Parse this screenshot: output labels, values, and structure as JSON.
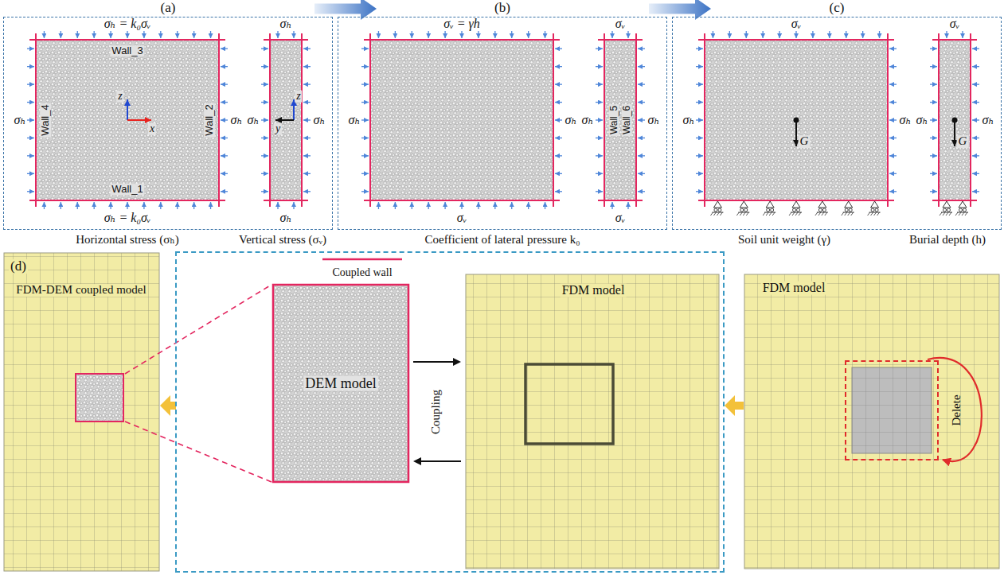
{
  "diagram": {
    "nodes": [
      {
        "text": [
          "(a)"
        ]
      },
      {
        "text": [
          "Wall_3",
          "Wall_4",
          "Wall_2",
          "Wall_1"
        ],
        "in": 0
      },
      {
        "text": [
          "(b)"
        ]
      },
      {
        "text": [
          "Wall_5",
          "Wall_6"
        ],
        "in": 2
      },
      {
        "text": [
          "(c)"
        ]
      },
      {
        "text": [
          "(d)",
          "FDM-DEM coupled model"
        ]
      },
      {
        "text": [
          "Coupling"
        ]
      },
      {
        "text": [
          "DEM model"
        ],
        "in": 6
      },
      {
        "text": [
          "FDM model"
        ],
        "in": 6
      },
      {
        "text": [
          "FDM model"
        ]
      },
      {
        "text": [
          "Delete"
        ],
        "in": 9
      }
    ],
    "edges": [
      {
        "from": 0,
        "to": 2,
        "arrow": "to"
      },
      {
        "from": 2,
        "to": 4,
        "arrow": "to"
      },
      {
        "from": 7,
        "to": 8,
        "arrow": "to"
      },
      {
        "from": 8,
        "to": 7,
        "arrow": "to"
      },
      {
        "from": 9,
        "to": 6,
        "arrow": "to"
      },
      {
        "from": 6,
        "to": 5,
        "arrow": "to"
      }
    ],
    "labels": [
      "σₕ = k₀σᵥ",
      "σₕ",
      "σₕ",
      "σₕ = k₀σᵥ",
      "z",
      "x",
      "σₕ",
      "σₕ",
      "σₕ",
      "σₕ",
      "z",
      "y",
      "Horizontal stress (σₕ)",
      "Vertical stress (σᵥ)",
      "σᵥ = γh",
      "σₕ",
      "σₕ",
      "σᵥ",
      "σᵥ",
      "σₕ",
      "σₕ",
      "σᵥ",
      "Coefficient of lateral pressure k₀",
      "σᵥ",
      "σₕ",
      "σₕ",
      "G",
      "σᵥ",
      "σₕ",
      "σₕ",
      "G",
      "Soil unit weight (γ)",
      "Burial depth (h)"
    ],
    "legend": [
      {
        "text": "Coupled wall"
      }
    ]
  }
}
